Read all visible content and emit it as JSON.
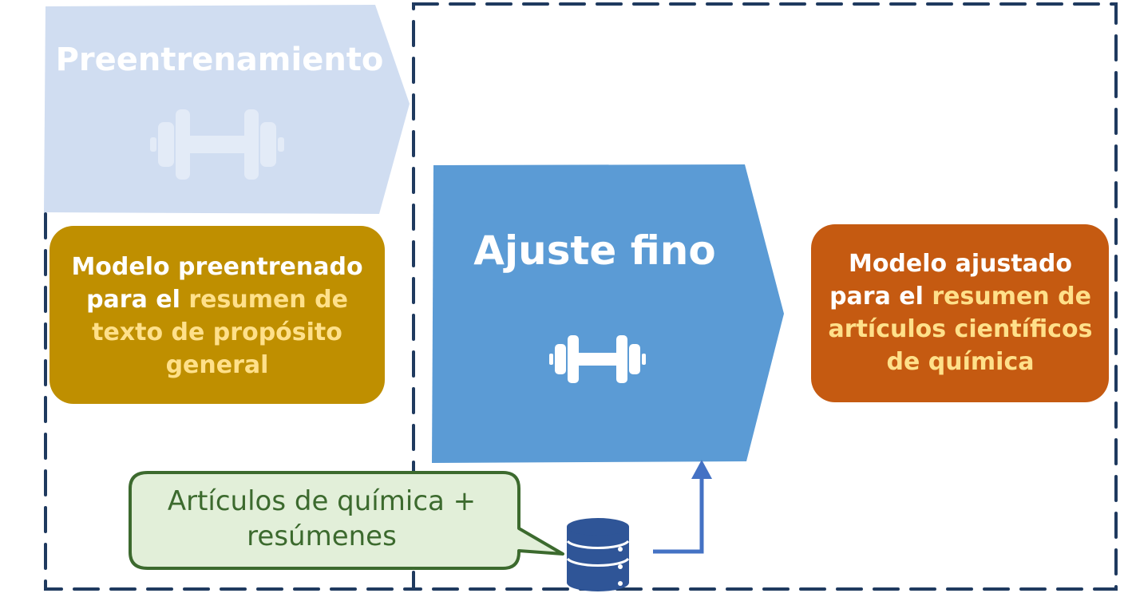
{
  "pretraining": {
    "label": "Preentrenamiento",
    "icon": "dumbbell-icon",
    "color": "#d0ddf1"
  },
  "pretrained_model": {
    "line1": "Modelo preentrenado",
    "line2_plain": "para el ",
    "line2_highlight": "resumen de",
    "line3": "texto de propósito",
    "line4": "general",
    "color": "#bf8f00",
    "highlight_color": "#ffe08a"
  },
  "fine_tuning": {
    "label": "Ajuste fino",
    "icon": "dumbbell-icon",
    "color": "#5b9bd5"
  },
  "finetuned_model": {
    "line1": "Modelo ajustado",
    "line2_plain": "para el ",
    "line2_highlight": "resumen de",
    "line3": "artículos científicos",
    "line4": "de química",
    "color": "#c55a11",
    "highlight_color": "#ffe08a"
  },
  "dataset": {
    "line1": "Artículos de química +",
    "line2": "resúmenes",
    "icon": "database-icon",
    "bubble_color": "#e2efd9",
    "border_color": "#3c6a2e"
  },
  "colors": {
    "dashed_border": "#1f3a5f",
    "arrow": "#4472c4",
    "database": "#2f5597"
  }
}
